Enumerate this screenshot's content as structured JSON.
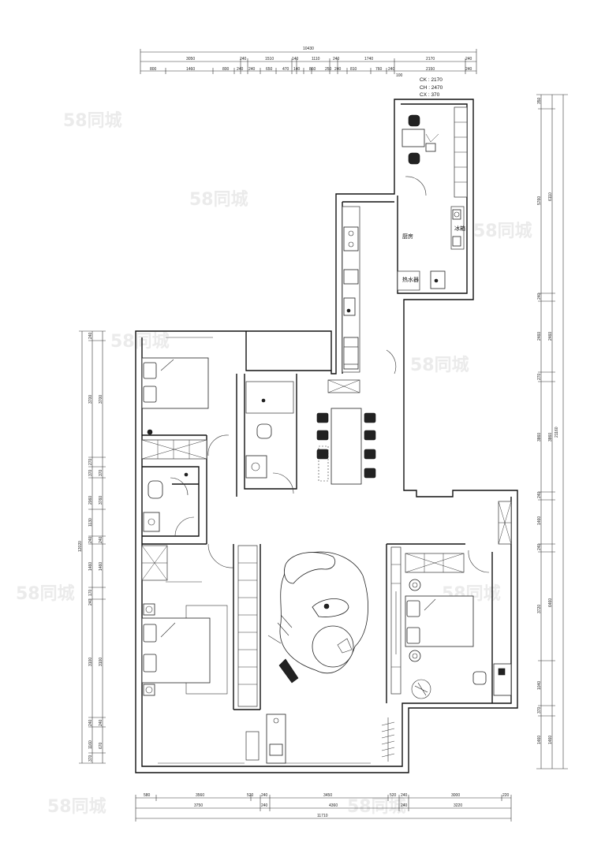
{
  "watermark": "58同城",
  "rooms": {
    "kitchen": "厨房",
    "fridge_label": "冰箱",
    "small_label": "热水器"
  },
  "notes": {
    "ck": "CK : 2170",
    "ch": "CH : 2470",
    "cx": "CX : 370"
  },
  "dims_top": {
    "total": "10430",
    "row1": [
      "3050",
      "240",
      "1510",
      "140",
      "1110",
      "240",
      "1740",
      "2170",
      "240"
    ],
    "row2": [
      "800",
      "1460",
      "800",
      "240",
      "240",
      "650",
      "470",
      "140",
      "860",
      "250",
      "240",
      "810",
      "760",
      "240",
      "2150",
      "240"
    ],
    "extra": "100"
  },
  "dims_bottom": {
    "row1": [
      "580",
      "3560",
      "520",
      "240",
      "3450",
      "520",
      "240",
      "3000",
      "220"
    ],
    "row2": [
      "3750",
      "240",
      "4360",
      "240",
      "3220"
    ],
    "total": "11710"
  },
  "dims_left": {
    "outer": "12020",
    "inner": [
      "240",
      "3700",
      "270",
      "370",
      "2060",
      "1130",
      "240",
      "1460",
      "170",
      "240",
      "3100",
      "240",
      "1160",
      "370"
    ],
    "mid": [
      "3700",
      "370",
      "3760",
      "240",
      "1460",
      "3100",
      "240",
      "670"
    ]
  },
  "dims_right": {
    "outer": "21160",
    "inner": [
      "350",
      "5760",
      "240",
      "2460",
      "270",
      "3860",
      "240",
      "1460",
      "240",
      "3720",
      "1040",
      "370",
      "1460"
    ],
    "mid": [
      "6110",
      "2460",
      "3860",
      "6460",
      "1460"
    ]
  }
}
